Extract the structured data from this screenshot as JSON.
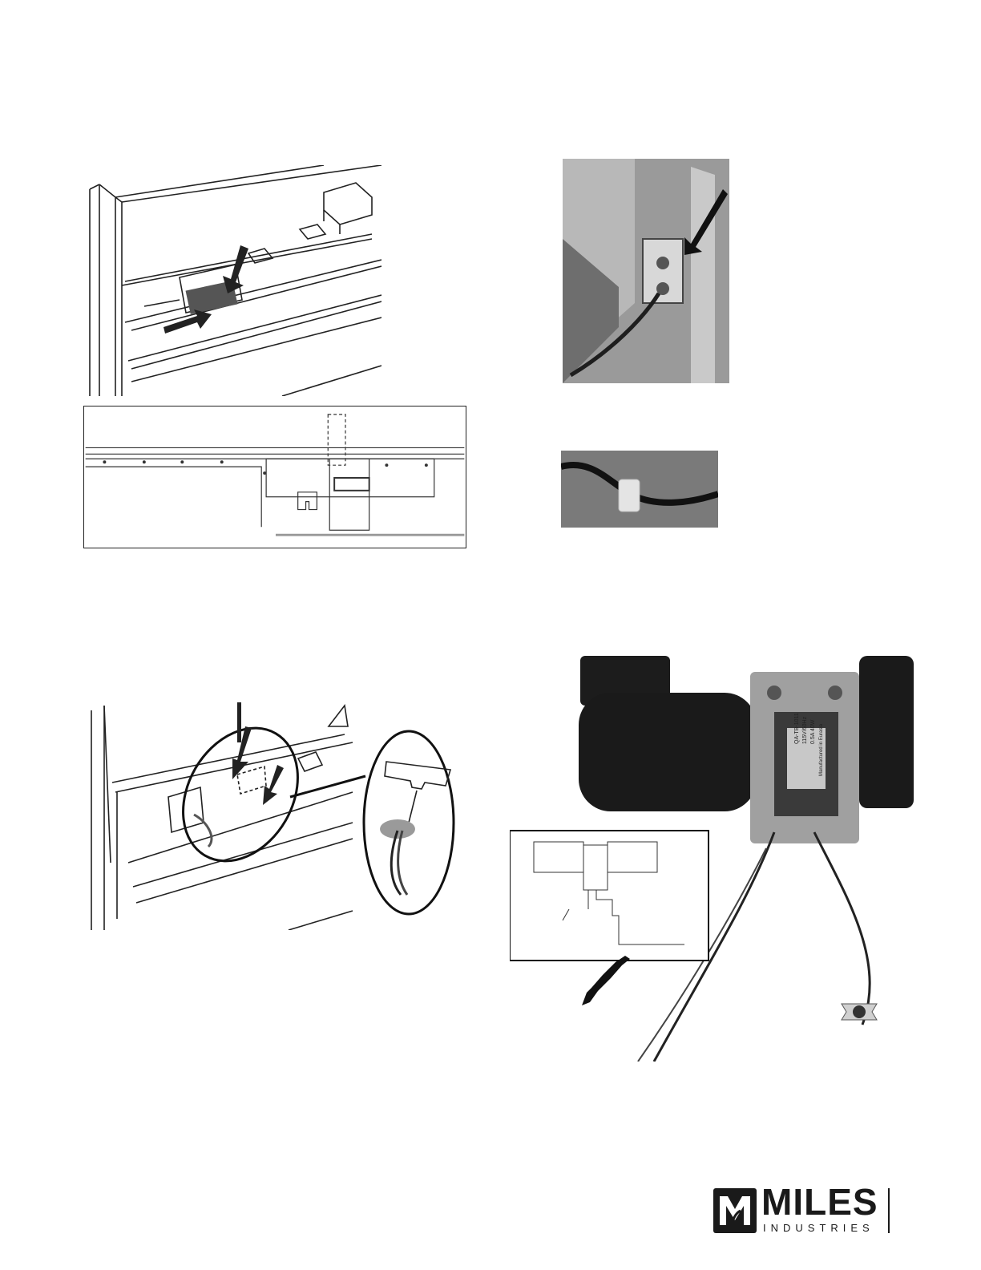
{
  "logo": {
    "name": "MILES",
    "sub": "INDUSTRIES"
  },
  "figures": {
    "blower_label": {
      "line1": "QA-TB-1011",
      "line2": "115V/60Hz",
      "line3": "0.5A 40W",
      "line4": "Manufactured in Eurasia"
    }
  },
  "colors": {
    "ink": "#1a1a1a",
    "photo_mid": "#8f8f8f",
    "photo_dark": "#3a3a3a"
  }
}
